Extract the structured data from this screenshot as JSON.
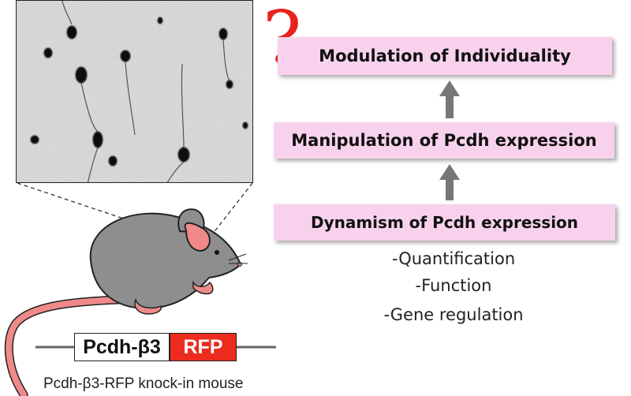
{
  "flow": {
    "question_mark": "?",
    "top_box": "Modulation of Individuality",
    "middle_box": "Manipulation of Pcdh expression",
    "bottom_box": "Dynamism of Pcdh expression",
    "subitems": [
      "-Quantification",
      "-Function",
      "-Gene regulation"
    ]
  },
  "construct": {
    "gene_label": "Pcdh-β3",
    "reporter_label": "RFP",
    "caption": "Pcdh-β3-RFP knock-in mouse"
  },
  "colors": {
    "box_fill": "#f8d2ec",
    "question_mark": "#e8231f",
    "reporter_fill": "#ee2b1f",
    "mouse_body": "#8e8e8e",
    "mouse_pink": "#f08a8a",
    "arrow": "#777777"
  },
  "icons": {
    "micrograph": "neuron-micrograph",
    "mouse": "mouse-icon",
    "arrow": "up-arrow-icon"
  }
}
